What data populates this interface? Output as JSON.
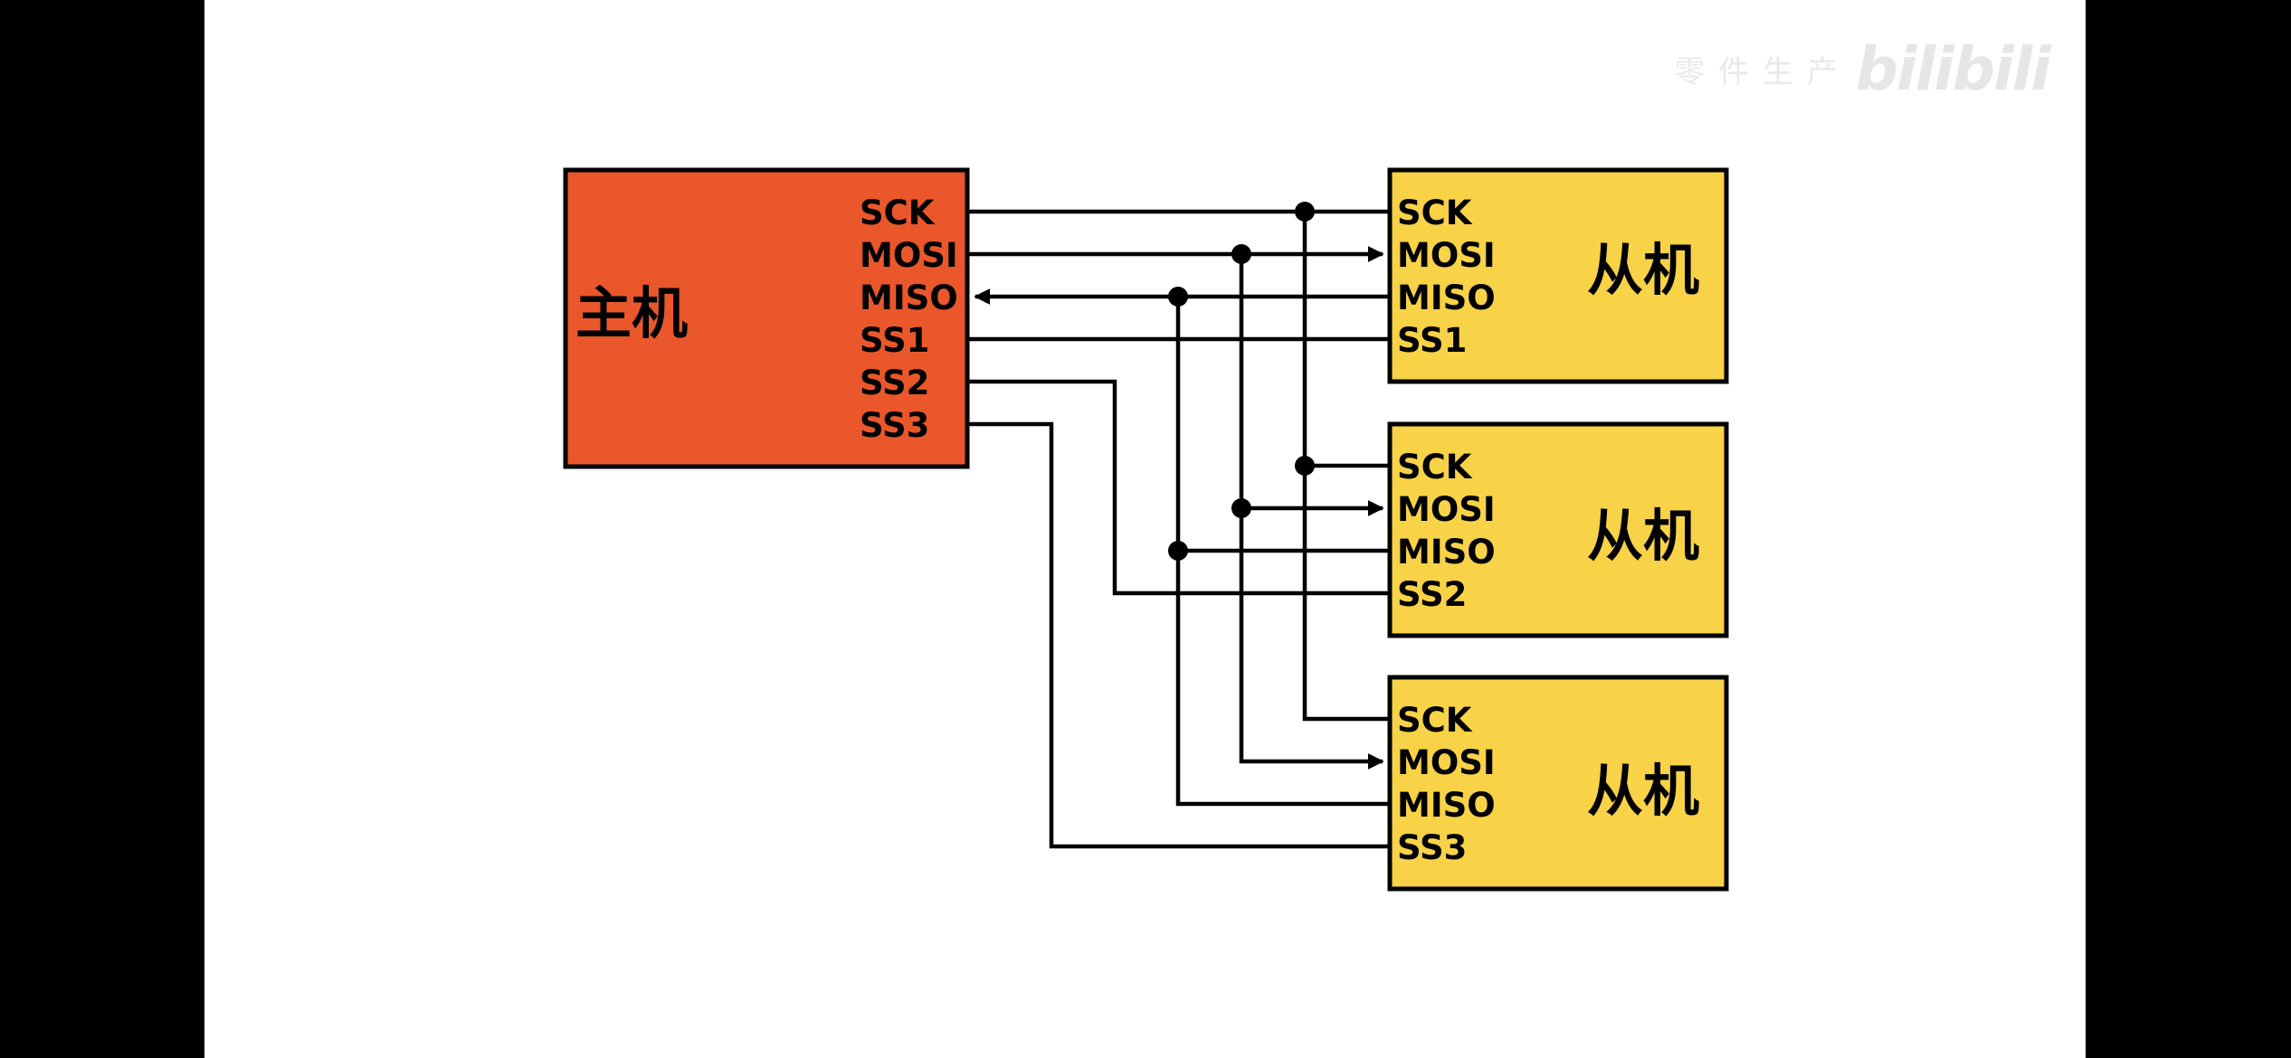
{
  "watermark": {
    "user": "零  件  生  产",
    "logo": "bilibili"
  },
  "master": {
    "label": "主机",
    "fill": "#E9572A",
    "pins": [
      "SCK",
      "MOSI",
      "MISO",
      "SS1",
      "SS2",
      "SS3"
    ]
  },
  "slaves": [
    {
      "label": "从机",
      "pins": [
        "SCK",
        "MOSI",
        "MISO",
        "SS1"
      ]
    },
    {
      "label": "从机",
      "pins": [
        "SCK",
        "MOSI",
        "MISO",
        "SS2"
      ]
    },
    {
      "label": "从机",
      "pins": [
        "SCK",
        "MOSI",
        "MISO",
        "SS3"
      ]
    }
  ],
  "slave_fill": "#F8D247",
  "background": "#FFFFFF"
}
